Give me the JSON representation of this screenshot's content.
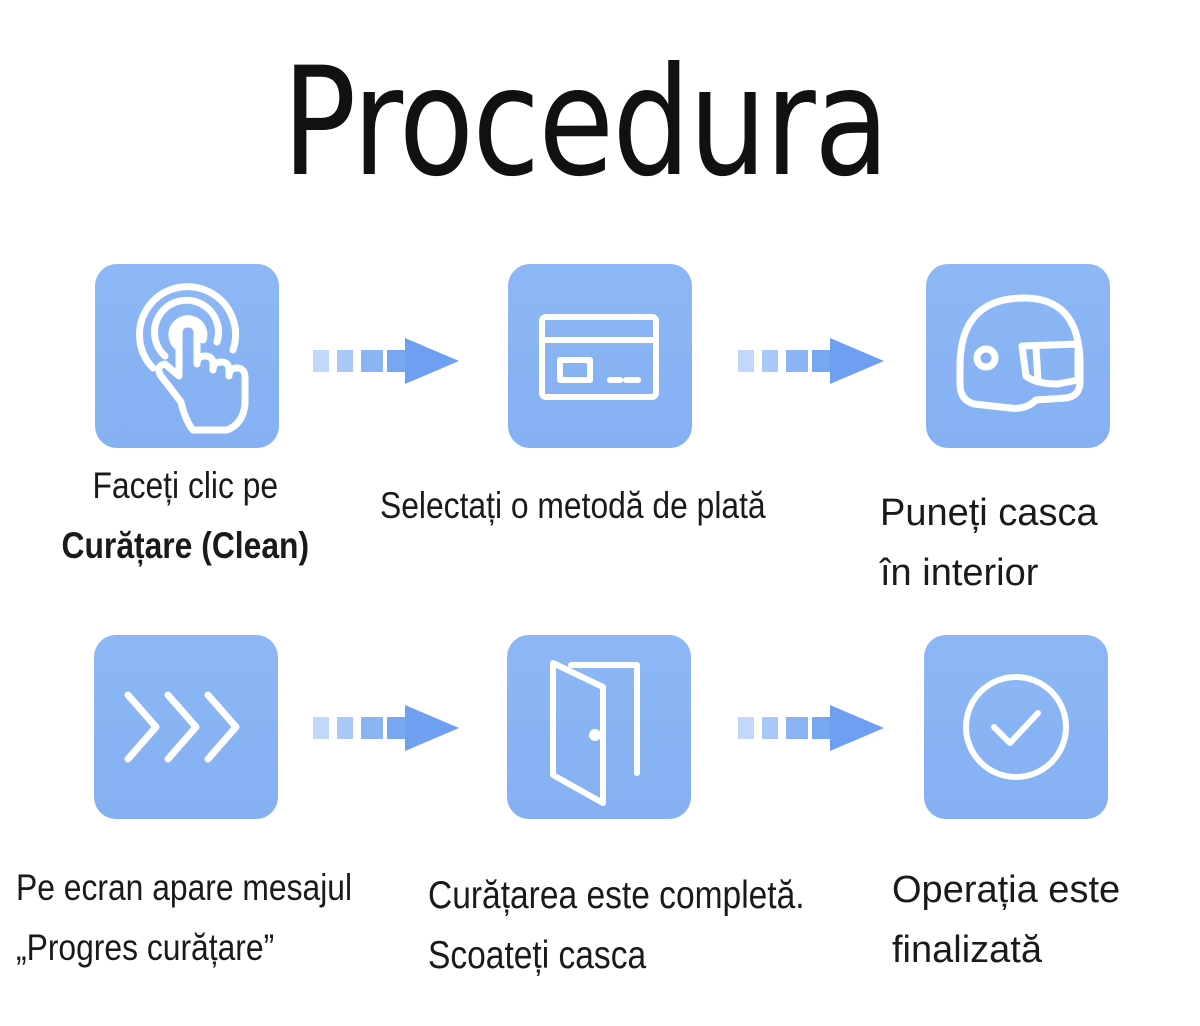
{
  "title": "Procedura",
  "colors": {
    "tile": "#88b3f3",
    "arrow_dark": "#6f9ff0",
    "arrow_light": "#c2d8fa",
    "text": "#1a1a1a"
  },
  "steps": [
    {
      "icon": "touch-hand-icon",
      "line1": "Faceți clic pe",
      "line2": "Curățare (Clean)"
    },
    {
      "icon": "payment-card-icon",
      "line1": "Selectați o metodă de plată"
    },
    {
      "icon": "helmet-icon",
      "line1": "Puneți casca",
      "line2": "în interior"
    },
    {
      "icon": "triple-chevron-icon",
      "line1": "Pe ecran apare mesajul",
      "line2": "„Progres curățare”"
    },
    {
      "icon": "open-door-icon",
      "line1": "Curățarea este completă.",
      "line2": "Scoateți casca"
    },
    {
      "icon": "check-circle-icon",
      "line1": "Operația este",
      "line2": "finalizată"
    }
  ]
}
